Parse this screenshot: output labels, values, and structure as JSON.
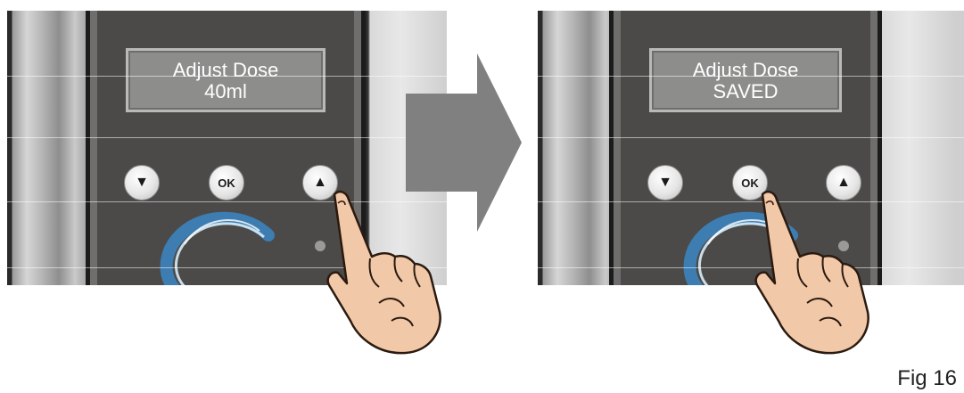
{
  "left_panel": {
    "display_line1": "Adjust Dose",
    "display_line2": "40ml",
    "buttons": {
      "down": "▼",
      "ok": "OK",
      "up": "▲"
    },
    "pressed": "up"
  },
  "right_panel": {
    "display_line1": "Adjust Dose",
    "display_line2": "SAVED",
    "buttons": {
      "down": "▼",
      "ok": "OK",
      "up": "▲"
    },
    "pressed": "ok"
  },
  "figure_label": "Fig 16",
  "colors": {
    "unit": "#4b4a48",
    "screen": "#8d8d8b",
    "arrow": "#808080",
    "swirl": "#3b86c4"
  }
}
